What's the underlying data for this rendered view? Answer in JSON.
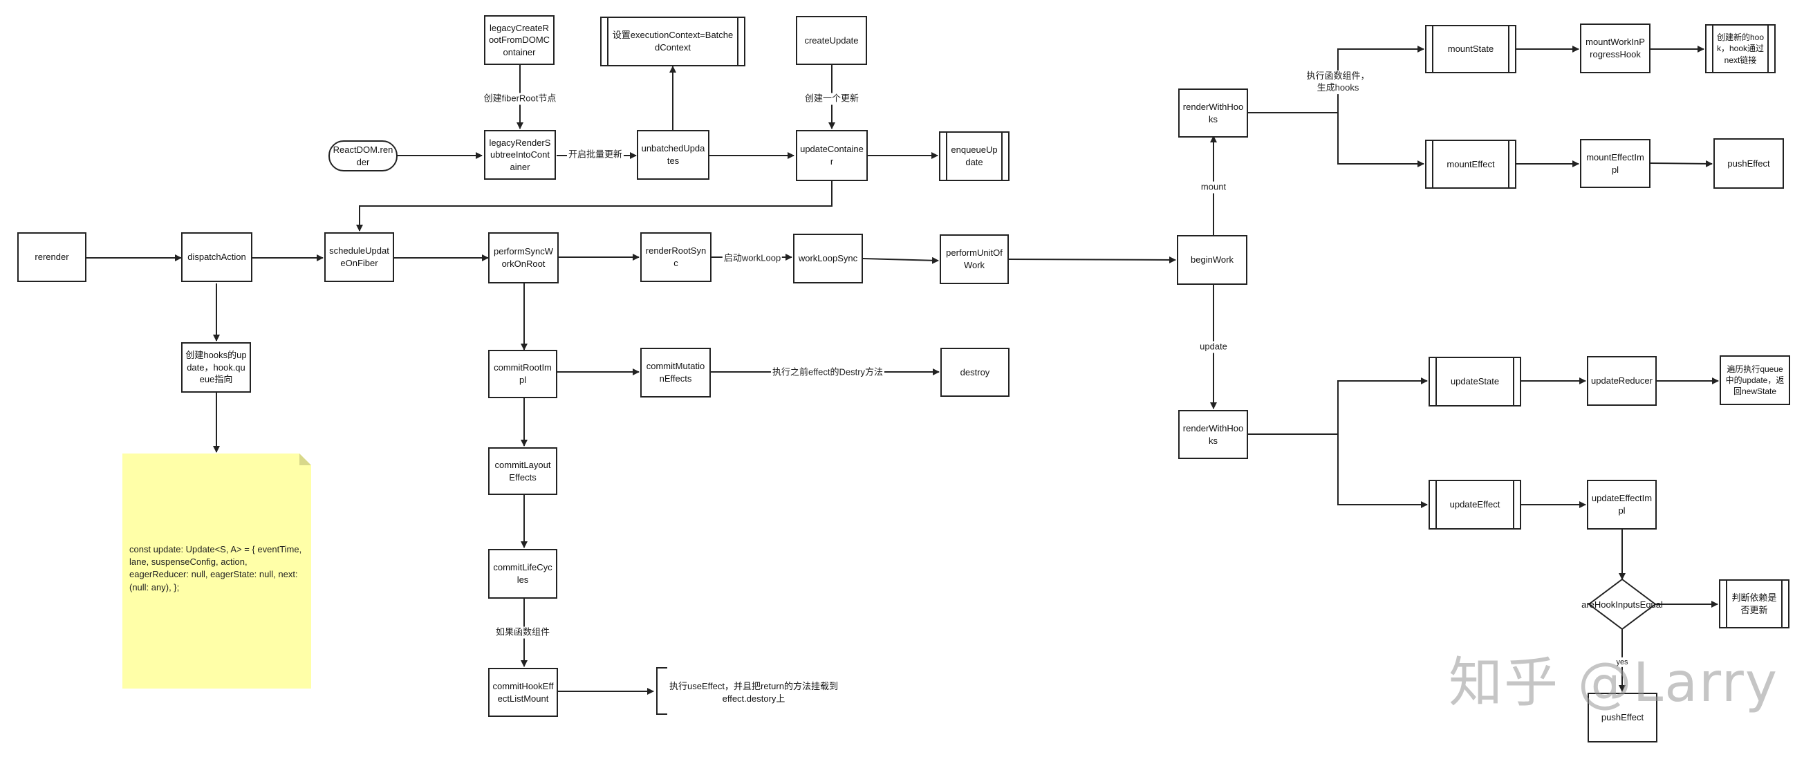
{
  "nodes": {
    "legacyCreateRoot": "legacyCreateRootFromDOMContainer",
    "setContext": "设置executionContext=BatchedContext",
    "createUpdate": "createUpdate",
    "reactDomRender": "ReactDOM.render",
    "legacyRender": "legacyRenderSubtreeIntoContainer",
    "unbatchedUpdates": "unbatchedUpdates",
    "updateContainer": "updateContainer",
    "enqueueUpdate": "enqueueUpdate",
    "rerender": "rerender",
    "dispatchAction": "dispatchAction",
    "scheduleUpdate": "scheduleUpdateOnFiber",
    "performSync": "performSyncWorkOnRoot",
    "renderRootSync": "renderRootSync",
    "workLoopSync": "workLoopSync",
    "performUnit": "performUnitOfWork",
    "beginWork": "beginWork",
    "createHooks": "创建hooks的update，hook.queue指向",
    "commitRootImpl": "commitRootImpl",
    "commitMutation": "commitMutationEffects",
    "destroy": "destroy",
    "commitLayout": "commitLayoutEffects",
    "commitLife": "commitLifeCycles",
    "commitHook": "commitHookEffectListMount",
    "renderWithHooksTop": "renderWithHooks",
    "mountState": "mountState",
    "mountWIP": "mountWorkInProgressHook",
    "createHook": "创建新的hook，hook通过next链接",
    "mountEffect": "mountEffect",
    "mountEffectImpl": "mountEffectImpl",
    "pushEffectTop": "pushEffect",
    "renderWithHooksBottom": "renderWithHooks",
    "updateState": "updateState",
    "updateReducer": "updateReducer",
    "traverse": "遍历执行queue中的update，返回newState",
    "updateEffect": "updateEffect",
    "updateEffectImpl": "updateEffectImpl",
    "areHook": "areHookInputsEqual",
    "judge": "判断依赖是否更新",
    "pushEffectBottom": "pushEffect"
  },
  "edge_labels": {
    "createFiberRoot": "创建fiberRoot节点",
    "batchUpdate": "开启批量更新",
    "createOneUpdate": "创建一个更新",
    "startWorkLoop": "启动workLoop",
    "execDestroy": "执行之前effect的Destry方法",
    "ifFunction": "如果函数组件",
    "mount": "mount",
    "update": "update",
    "execFunction": "执行函数组件，生成hooks",
    "yes": "yes"
  },
  "note_text": "const update: Update<S, A> = {     eventTime,     lane,     suspenseConfig,     action,     eagerReducer: null,     eagerState: null,     next: (null: any),   };",
  "bracket_text": "执行useEffect，并且把return的方法挂载到effect.destory上",
  "watermark": "知乎 @Larry"
}
